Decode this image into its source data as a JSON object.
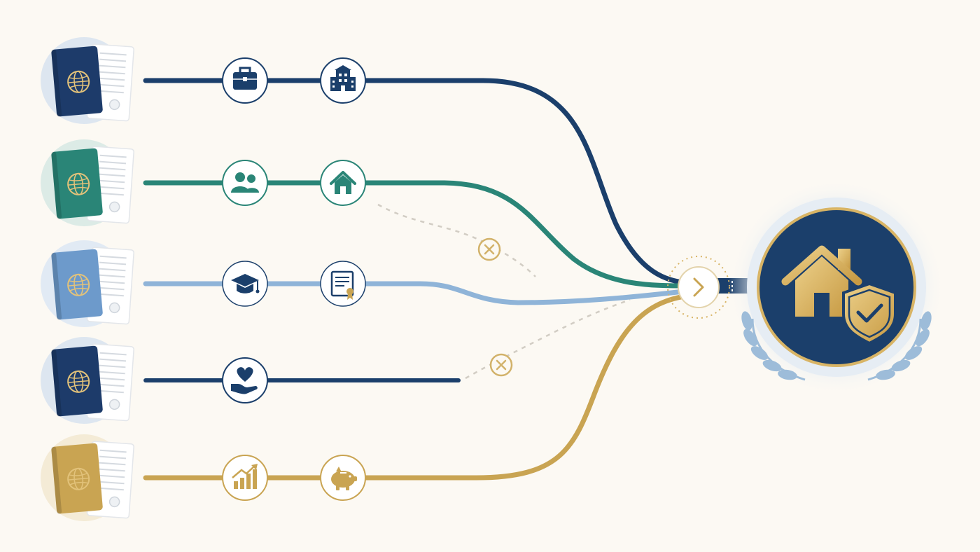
{
  "colors": {
    "background": "#fcf9f3",
    "navy": "#1b3f6b",
    "teal": "#2a8577",
    "light_blue": "#8fb4d8",
    "gold": "#c9a452",
    "rejection_gold": "#d2b26a",
    "dashed_gray": "#d2cdc4",
    "node_stroke": "#1b3f6b"
  },
  "pathways": [
    {
      "id": "path-1",
      "color_key": "navy",
      "passport_color": "#1d3b6a",
      "halo_color": "#dde6f0",
      "steps": [
        "briefcase-icon",
        "office-building-icon"
      ],
      "reaches_goal": true
    },
    {
      "id": "path-2",
      "color_key": "teal",
      "passport_color": "#2a8577",
      "halo_color": "#dcebe6",
      "steps": [
        "family-icon",
        "house-icon"
      ],
      "reaches_goal": true,
      "branch_rejected": true
    },
    {
      "id": "path-3",
      "color_key": "light_blue",
      "passport_color": "#6d9acb",
      "halo_color": "#e1eaf4",
      "steps": [
        "graduation-cap-icon",
        "certificate-icon"
      ],
      "reaches_goal": true
    },
    {
      "id": "path-4",
      "color_key": "navy",
      "passport_color": "#1d3b6a",
      "halo_color": "#dde6f0",
      "steps": [
        "heart-in-hand-icon"
      ],
      "reaches_goal": false,
      "rejected": true
    },
    {
      "id": "path-5",
      "color_key": "gold",
      "passport_color": "#c9a452",
      "halo_color": "#f4ebd6",
      "steps": [
        "growth-chart-icon",
        "piggy-bank-icon"
      ],
      "reaches_goal": true
    }
  ],
  "merge_node": {
    "icon": "chevron-right-icon"
  },
  "goal": {
    "icons": [
      "house-icon",
      "shield-check-icon",
      "laurel-wreath-icon"
    ],
    "circle_color": "#1b3f6b",
    "accent_color": "#d8b465"
  },
  "rejection_markers": [
    {
      "icon": "x-circle-icon",
      "source": "path-2"
    },
    {
      "icon": "x-circle-icon",
      "source": "path-4"
    }
  ]
}
